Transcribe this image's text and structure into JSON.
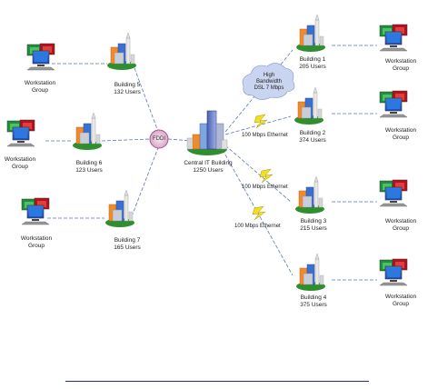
{
  "hub": {
    "name": "Central IT Building",
    "users": "1250 Users"
  },
  "fddi": "FDDI",
  "cloud": {
    "line1": "High",
    "line2": "Bandwidth",
    "line3": "DSL 7 Mbps"
  },
  "left_buildings": [
    {
      "name": "Building 5",
      "users": "132 Users"
    },
    {
      "name": "Building 6",
      "users": "123 Users"
    },
    {
      "name": "Building 7",
      "users": "165 Users"
    }
  ],
  "right_buildings": [
    {
      "name": "Building 1",
      "users": "205 Users"
    },
    {
      "name": "Building 2",
      "users": "374 Users"
    },
    {
      "name": "Building 3",
      "users": "215 Users"
    },
    {
      "name": "Building 4",
      "users": "375 Users"
    }
  ],
  "workstation": {
    "line1": "Workstation",
    "line2": "Group"
  },
  "links": {
    "b2": "100 Mbps Ethernet",
    "b3": "100 Mbps Ethernet",
    "b4": "100 Mbps Ethernet"
  },
  "colors": {
    "link": "#5a78b8",
    "bolt": "#f3e21a",
    "ring": "#d8a6c8",
    "rule": "#1f2f8a"
  }
}
